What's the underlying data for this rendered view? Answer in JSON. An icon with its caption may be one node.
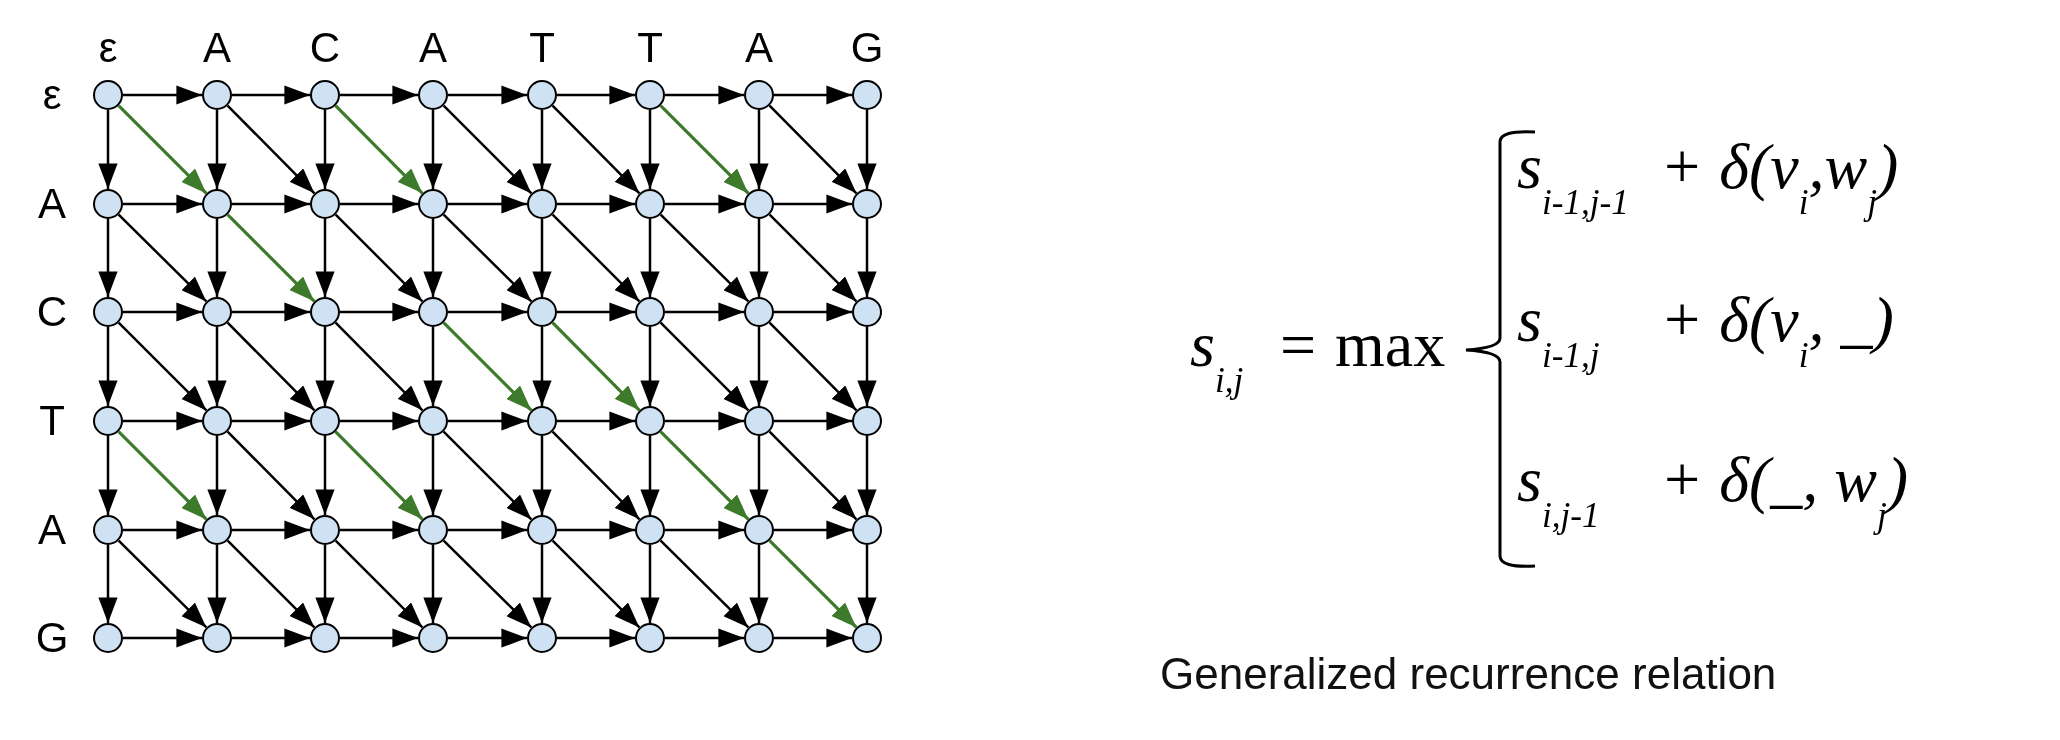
{
  "diagram": {
    "caption": "Generalized recurrence relation",
    "nodes": [
      {
        "text": [],
        "shape": "circle"
      },
      {
        "text": [],
        "shape": "circle"
      },
      {
        "text": [],
        "shape": "circle"
      },
      {
        "text": [],
        "shape": "circle"
      },
      {
        "text": [],
        "shape": "circle"
      },
      {
        "text": [],
        "shape": "circle"
      },
      {
        "text": [],
        "shape": "circle"
      },
      {
        "text": [],
        "shape": "circle"
      },
      {
        "text": [],
        "shape": "circle"
      },
      {
        "text": [],
        "shape": "circle"
      },
      {
        "text": [],
        "shape": "circle"
      },
      {
        "text": [],
        "shape": "circle"
      },
      {
        "text": [],
        "shape": "circle"
      },
      {
        "text": [],
        "shape": "circle"
      },
      {
        "text": [],
        "shape": "circle"
      },
      {
        "text": [],
        "shape": "circle"
      },
      {
        "text": [],
        "shape": "circle"
      },
      {
        "text": [],
        "shape": "circle"
      },
      {
        "text": [],
        "shape": "circle"
      },
      {
        "text": [],
        "shape": "circle"
      },
      {
        "text": [],
        "shape": "circle"
      },
      {
        "text": [],
        "shape": "circle"
      },
      {
        "text": [],
        "shape": "circle"
      },
      {
        "text": [],
        "shape": "circle"
      },
      {
        "text": [],
        "shape": "circle"
      },
      {
        "text": [],
        "shape": "circle"
      },
      {
        "text": [],
        "shape": "circle"
      },
      {
        "text": [],
        "shape": "circle"
      },
      {
        "text": [],
        "shape": "circle"
      },
      {
        "text": [],
        "shape": "circle"
      },
      {
        "text": [],
        "shape": "circle"
      },
      {
        "text": [],
        "shape": "circle"
      },
      {
        "text": [],
        "shape": "circle"
      },
      {
        "text": [],
        "shape": "circle"
      },
      {
        "text": [],
        "shape": "circle"
      },
      {
        "text": [],
        "shape": "circle"
      },
      {
        "text": [],
        "shape": "circle"
      },
      {
        "text": [],
        "shape": "circle"
      },
      {
        "text": [],
        "shape": "circle"
      },
      {
        "text": [],
        "shape": "circle"
      },
      {
        "text": [],
        "shape": "circle"
      },
      {
        "text": [],
        "shape": "circle"
      },
      {
        "text": [],
        "shape": "circle"
      },
      {
        "text": [],
        "shape": "circle"
      },
      {
        "text": [],
        "shape": "circle"
      },
      {
        "text": [],
        "shape": "circle"
      },
      {
        "text": [],
        "shape": "circle"
      },
      {
        "text": [],
        "shape": "circle"
      }
    ],
    "edges": [
      {
        "from": 0,
        "to": 1,
        "arrow": "to"
      },
      {
        "from": 0,
        "to": 8,
        "arrow": "to"
      },
      {
        "from": 0,
        "to": 9,
        "arrow": "to",
        "color": "#3e7a2b"
      },
      {
        "from": 1,
        "to": 2,
        "arrow": "to"
      },
      {
        "from": 1,
        "to": 9,
        "arrow": "to"
      },
      {
        "from": 1,
        "to": 10,
        "arrow": "to"
      },
      {
        "from": 2,
        "to": 3,
        "arrow": "to"
      },
      {
        "from": 2,
        "to": 10,
        "arrow": "to"
      },
      {
        "from": 2,
        "to": 11,
        "arrow": "to",
        "color": "#3e7a2b"
      },
      {
        "from": 3,
        "to": 4,
        "arrow": "to"
      },
      {
        "from": 3,
        "to": 11,
        "arrow": "to"
      },
      {
        "from": 3,
        "to": 12,
        "arrow": "to"
      },
      {
        "from": 4,
        "to": 5,
        "arrow": "to"
      },
      {
        "from": 4,
        "to": 12,
        "arrow": "to"
      },
      {
        "from": 4,
        "to": 13,
        "arrow": "to"
      },
      {
        "from": 5,
        "to": 6,
        "arrow": "to"
      },
      {
        "from": 5,
        "to": 13,
        "arrow": "to"
      },
      {
        "from": 5,
        "to": 14,
        "arrow": "to",
        "color": "#3e7a2b"
      },
      {
        "from": 6,
        "to": 7,
        "arrow": "to"
      },
      {
        "from": 6,
        "to": 14,
        "arrow": "to"
      },
      {
        "from": 6,
        "to": 15,
        "arrow": "to"
      },
      {
        "from": 7,
        "to": 15,
        "arrow": "to"
      },
      {
        "from": 8,
        "to": 9,
        "arrow": "to"
      },
      {
        "from": 8,
        "to": 16,
        "arrow": "to"
      },
      {
        "from": 8,
        "to": 17,
        "arrow": "to"
      },
      {
        "from": 9,
        "to": 10,
        "arrow": "to"
      },
      {
        "from": 9,
        "to": 17,
        "arrow": "to"
      },
      {
        "from": 9,
        "to": 18,
        "arrow": "to",
        "color": "#3e7a2b"
      },
      {
        "from": 10,
        "to": 11,
        "arrow": "to"
      },
      {
        "from": 10,
        "to": 18,
        "arrow": "to"
      },
      {
        "from": 10,
        "to": 19,
        "arrow": "to"
      },
      {
        "from": 11,
        "to": 12,
        "arrow": "to"
      },
      {
        "from": 11,
        "to": 19,
        "arrow": "to"
      },
      {
        "from": 11,
        "to": 20,
        "arrow": "to"
      },
      {
        "from": 12,
        "to": 13,
        "arrow": "to"
      },
      {
        "from": 12,
        "to": 20,
        "arrow": "to"
      },
      {
        "from": 12,
        "to": 21,
        "arrow": "to"
      },
      {
        "from": 13,
        "to": 14,
        "arrow": "to"
      },
      {
        "from": 13,
        "to": 21,
        "arrow": "to"
      },
      {
        "from": 13,
        "to": 22,
        "arrow": "to"
      },
      {
        "from": 14,
        "to": 15,
        "arrow": "to"
      },
      {
        "from": 14,
        "to": 22,
        "arrow": "to"
      },
      {
        "from": 14,
        "to": 23,
        "arrow": "to"
      },
      {
        "from": 15,
        "to": 23,
        "arrow": "to"
      },
      {
        "from": 16,
        "to": 17,
        "arrow": "to"
      },
      {
        "from": 16,
        "to": 24,
        "arrow": "to"
      },
      {
        "from": 16,
        "to": 25,
        "arrow": "to"
      },
      {
        "from": 17,
        "to": 18,
        "arrow": "to"
      },
      {
        "from": 17,
        "to": 25,
        "arrow": "to"
      },
      {
        "from": 17,
        "to": 26,
        "arrow": "to"
      },
      {
        "from": 18,
        "to": 19,
        "arrow": "to"
      },
      {
        "from": 18,
        "to": 26,
        "arrow": "to"
      },
      {
        "from": 18,
        "to": 27,
        "arrow": "to"
      },
      {
        "from": 19,
        "to": 20,
        "arrow": "to"
      },
      {
        "from": 19,
        "to": 27,
        "arrow": "to"
      },
      {
        "from": 19,
        "to": 28,
        "arrow": "to",
        "color": "#3e7a2b"
      },
      {
        "from": 20,
        "to": 21,
        "arrow": "to"
      },
      {
        "from": 20,
        "to": 28,
        "arrow": "to"
      },
      {
        "from": 20,
        "to": 29,
        "arrow": "to",
        "color": "#3e7a2b"
      },
      {
        "from": 21,
        "to": 22,
        "arrow": "to"
      },
      {
        "from": 21,
        "to": 29,
        "arrow": "to"
      },
      {
        "from": 21,
        "to": 30,
        "arrow": "to"
      },
      {
        "from": 22,
        "to": 23,
        "arrow": "to"
      },
      {
        "from": 22,
        "to": 30,
        "arrow": "to"
      },
      {
        "from": 22,
        "to": 31,
        "arrow": "to"
      },
      {
        "from": 23,
        "to": 31,
        "arrow": "to"
      },
      {
        "from": 24,
        "to": 25,
        "arrow": "to"
      },
      {
        "from": 24,
        "to": 32,
        "arrow": "to"
      },
      {
        "from": 24,
        "to": 33,
        "arrow": "to",
        "color": "#3e7a2b"
      },
      {
        "from": 25,
        "to": 26,
        "arrow": "to"
      },
      {
        "from": 25,
        "to": 33,
        "arrow": "to"
      },
      {
        "from": 25,
        "to": 34,
        "arrow": "to"
      },
      {
        "from": 26,
        "to": 27,
        "arrow": "to"
      },
      {
        "from": 26,
        "to": 34,
        "arrow": "to"
      },
      {
        "from": 26,
        "to": 35,
        "arrow": "to",
        "color": "#3e7a2b"
      },
      {
        "from": 27,
        "to": 28,
        "arrow": "to"
      },
      {
        "from": 27,
        "to": 35,
        "arrow": "to"
      },
      {
        "from": 27,
        "to": 36,
        "arrow": "to"
      },
      {
        "from": 28,
        "to": 29,
        "arrow": "to"
      },
      {
        "from": 28,
        "to": 36,
        "arrow": "to"
      },
      {
        "from": 28,
        "to": 37,
        "arrow": "to"
      },
      {
        "from": 29,
        "to": 30,
        "arrow": "to"
      },
      {
        "from": 29,
        "to": 37,
        "arrow": "to"
      },
      {
        "from": 29,
        "to": 38,
        "arrow": "to",
        "color": "#3e7a2b"
      },
      {
        "from": 30,
        "to": 31,
        "arrow": "to"
      },
      {
        "from": 30,
        "to": 38,
        "arrow": "to"
      },
      {
        "from": 30,
        "to": 39,
        "arrow": "to"
      },
      {
        "from": 31,
        "to": 39,
        "arrow": "to"
      },
      {
        "from": 32,
        "to": 33,
        "arrow": "to"
      },
      {
        "from": 32,
        "to": 40,
        "arrow": "to"
      },
      {
        "from": 32,
        "to": 41,
        "arrow": "to"
      },
      {
        "from": 33,
        "to": 34,
        "arrow": "to"
      },
      {
        "from": 33,
        "to": 41,
        "arrow": "to"
      },
      {
        "from": 33,
        "to": 42,
        "arrow": "to"
      },
      {
        "from": 34,
        "to": 35,
        "arrow": "to"
      },
      {
        "from": 34,
        "to": 42,
        "arrow": "to"
      },
      {
        "from": 34,
        "to": 43,
        "arrow": "to"
      },
      {
        "from": 35,
        "to": 36,
        "arrow": "to"
      },
      {
        "from": 35,
        "to": 43,
        "arrow": "to"
      },
      {
        "from": 35,
        "to": 44,
        "arrow": "to"
      },
      {
        "from": 36,
        "to": 37,
        "arrow": "to"
      },
      {
        "from": 36,
        "to": 44,
        "arrow": "to"
      },
      {
        "from": 36,
        "to": 45,
        "arrow": "to"
      },
      {
        "from": 37,
        "to": 38,
        "arrow": "to"
      },
      {
        "from": 37,
        "to": 45,
        "arrow": "to"
      },
      {
        "from": 37,
        "to": 46,
        "arrow": "to"
      },
      {
        "from": 38,
        "to": 39,
        "arrow": "to"
      },
      {
        "from": 38,
        "to": 46,
        "arrow": "to"
      },
      {
        "from": 38,
        "to": 47,
        "arrow": "to",
        "color": "#3e7a2b"
      },
      {
        "from": 39,
        "to": 47,
        "arrow": "to"
      },
      {
        "from": 40,
        "to": 41,
        "arrow": "to"
      },
      {
        "from": 41,
        "to": 42,
        "arrow": "to"
      },
      {
        "from": 42,
        "to": 43,
        "arrow": "to"
      },
      {
        "from": 43,
        "to": 44,
        "arrow": "to"
      },
      {
        "from": 44,
        "to": 45,
        "arrow": "to"
      },
      {
        "from": 45,
        "to": 46,
        "arrow": "to"
      },
      {
        "from": 46,
        "to": 47,
        "arrow": "to"
      }
    ],
    "labels": [
      "ε",
      "A",
      "C",
      "A",
      "T",
      "T",
      "A",
      "G",
      "ε",
      "A",
      "C",
      "T",
      "A",
      "G",
      "s$_{i,j}$",
      "=",
      "max",
      "s$_{i-1,j-1}$",
      "+ δ(v$_{i}$,w$_{j}$)",
      "s$_{i-1,j}$",
      "+ δ(v$_{i}$, _)",
      "s$_{i,j-1}$",
      "+ δ(_, w$_{j}$)"
    ]
  }
}
